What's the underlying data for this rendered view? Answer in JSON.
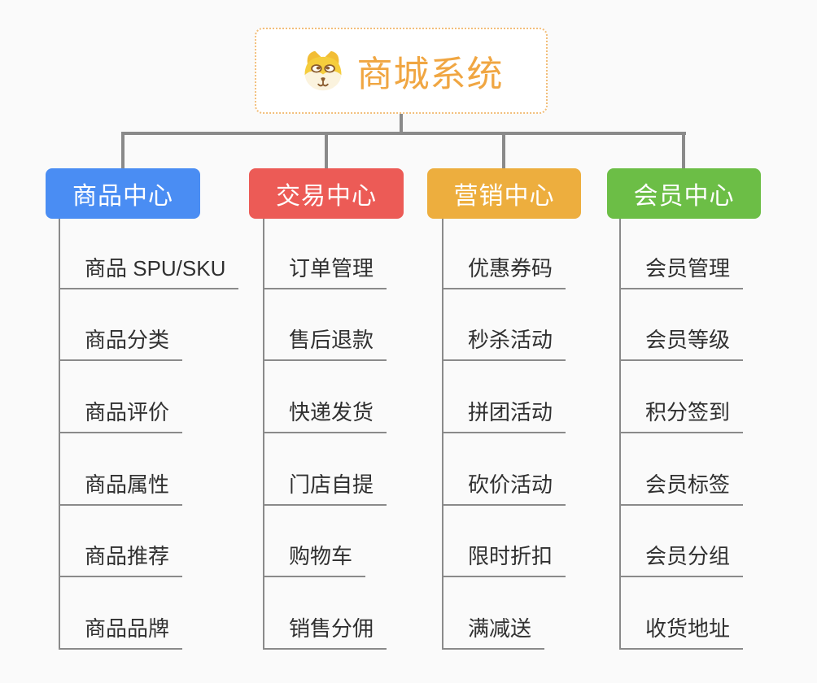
{
  "root": {
    "title": "商城系统",
    "title_color": "#F0A642",
    "border_color": "#F2BE7A",
    "icon": "doge-icon"
  },
  "branches": [
    {
      "label": "商品中心",
      "color": "#4A8DF3",
      "children": [
        "商品 SPU/SKU",
        "商品分类",
        "商品评价",
        "商品属性",
        "商品推荐",
        "商品品牌"
      ]
    },
    {
      "label": "交易中心",
      "color": "#EC5B56",
      "children": [
        "订单管理",
        "售后退款",
        "快递发货",
        "门店自提",
        "购物车",
        "销售分佣"
      ]
    },
    {
      "label": "营销中心",
      "color": "#EDAE3E",
      "children": [
        "优惠券码",
        "秒杀活动",
        "拼团活动",
        "砍价活动",
        "限时折扣",
        "满减送"
      ]
    },
    {
      "label": "会员中心",
      "color": "#6CBE46",
      "children": [
        "会员管理",
        "会员等级",
        "积分签到",
        "会员标签",
        "会员分组",
        "收货地址"
      ]
    }
  ],
  "colors": {
    "connector": "#8A8A8A",
    "leaf_text": "#303030",
    "page_background": "#FAFAFA"
  }
}
